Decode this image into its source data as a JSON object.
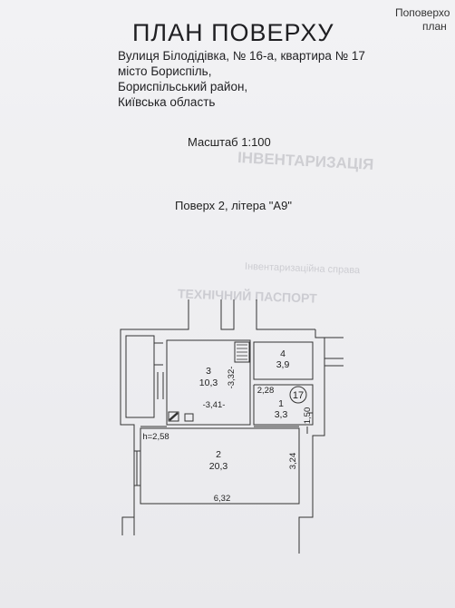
{
  "header": {
    "title": "ПЛАН ПОВЕРХУ",
    "address_lines": [
      "Вулиця Білодідівка, № 16-а, квартира № 17",
      "місто Бориспіль,",
      "Бориспільський район,",
      "Київська область"
    ],
    "corner_text": [
      "Поповерхо",
      "план"
    ]
  },
  "scale": "Масштаб 1:100",
  "floor_label": "Поверх 2, літера \"А9\"",
  "apartment_number": "17",
  "rooms": [
    {
      "number": "3",
      "area": "10,3"
    },
    {
      "number": "4",
      "area": "3,9"
    },
    {
      "number": "1",
      "area": "3,3"
    },
    {
      "number": "2",
      "area": "20,3"
    }
  ],
  "dimensions": {
    "room3_height": "-3,32-",
    "room3_width": "-3,41-",
    "room1_width": "2,28",
    "room1_side": "1,50",
    "room2_side": "3,24",
    "room2_width": "6,32",
    "ceiling_height": "h=2,58"
  },
  "background_text": [
    "ІНВЕНТАРИЗАЦІЯ",
    "ТЕХНІЧНИЙ ПАСПОРТ",
    "Інвентаризаційна справа"
  ]
}
